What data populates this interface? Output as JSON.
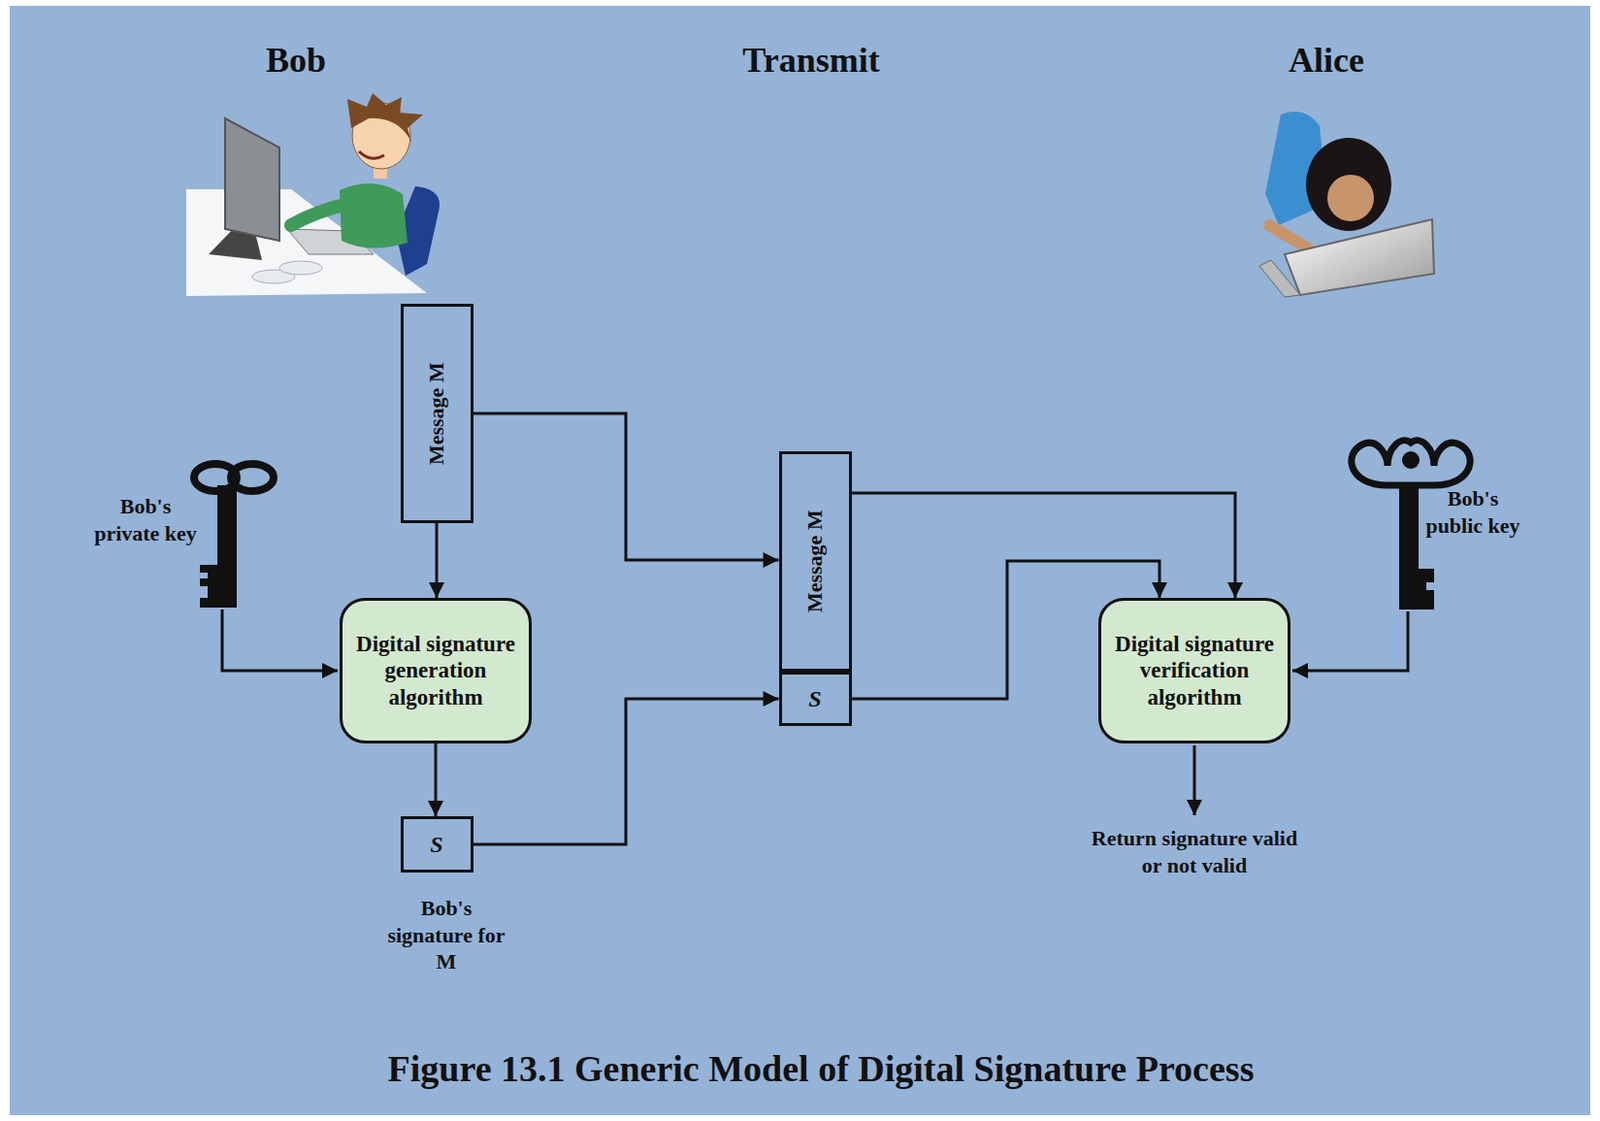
{
  "diagram": {
    "caption": "Figure 13.1 Generic Model of Digital Signature Process",
    "nodes": [
      {
        "text": [
          "Message M"
        ]
      },
      {
        "text": [
          "Digital signature generation algorithm"
        ]
      },
      {
        "text": [
          "S"
        ]
      },
      {
        "text": [
          "Message M"
        ]
      },
      {
        "text": [
          "S"
        ]
      },
      {
        "text": [
          "Digital signature verification algorithm"
        ]
      }
    ],
    "edges": [
      {
        "from": 0,
        "to": 1,
        "arrow": "to"
      },
      {
        "from": 1,
        "to": 2,
        "arrow": "to"
      },
      {
        "from": 0,
        "to": 3,
        "arrow": "to"
      },
      {
        "from": 2,
        "to": 4,
        "arrow": "to"
      },
      {
        "from": 3,
        "to": 5,
        "arrow": "to"
      },
      {
        "from": 4,
        "to": 5,
        "arrow": "to"
      }
    ],
    "labels": [
      "Bob",
      "Transmit",
      "Alice",
      "Bob's private key",
      "Bob's signature for M",
      "Bob's public key",
      "Return signature valid or not valid"
    ]
  }
}
